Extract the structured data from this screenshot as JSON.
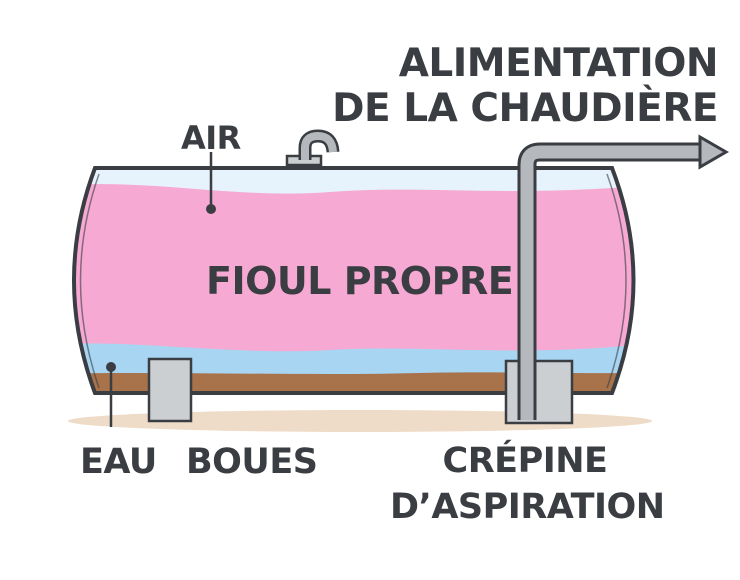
{
  "labels": {
    "feed_line1": "ALIMENTATION",
    "feed_line2": "DE LA CHAUDIÈRE",
    "air": "AIR",
    "clean_fuel": "FIOUL PROPRE",
    "water": "EAU",
    "sludge": "BOUES",
    "strainer_line1": "CRÉPINE",
    "strainer_line2": "D’ASPIRATION"
  },
  "colors": {
    "outline": "#3a3d42",
    "air": "#e6f2fc",
    "fuel": "#f6a9d2",
    "water": "#a8d5f2",
    "sludge": "#a8724a",
    "shadow": "#efdcc8",
    "pipe": "#b5b8bc",
    "block": "#cccfd2"
  }
}
